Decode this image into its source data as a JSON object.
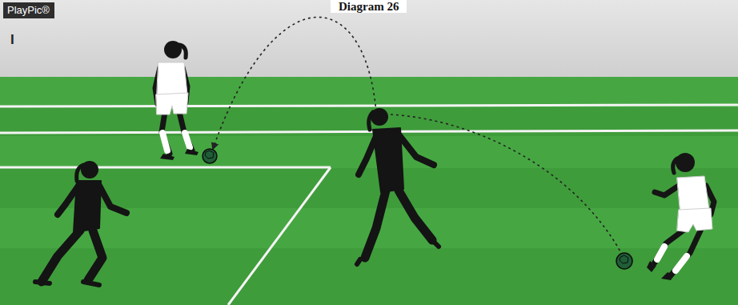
{
  "diagram": {
    "title": "Diagram 26",
    "nodes": [
      {
        "text": [
          "PlayPic®"
        ]
      }
    ],
    "labels": [
      "I"
    ]
  }
}
